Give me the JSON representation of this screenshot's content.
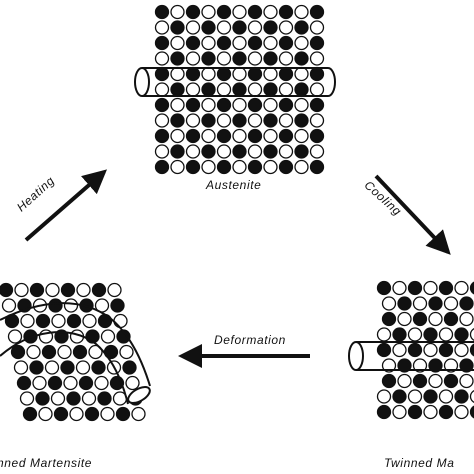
{
  "labels": {
    "top": "Austenite",
    "right": "Twinned Ma",
    "left": "nned Martensite",
    "cooling": "Cooling",
    "heating": "Heating",
    "deformation": "Deformation"
  },
  "colors": {
    "ink": "#111111",
    "paper": "#ffffff"
  }
}
